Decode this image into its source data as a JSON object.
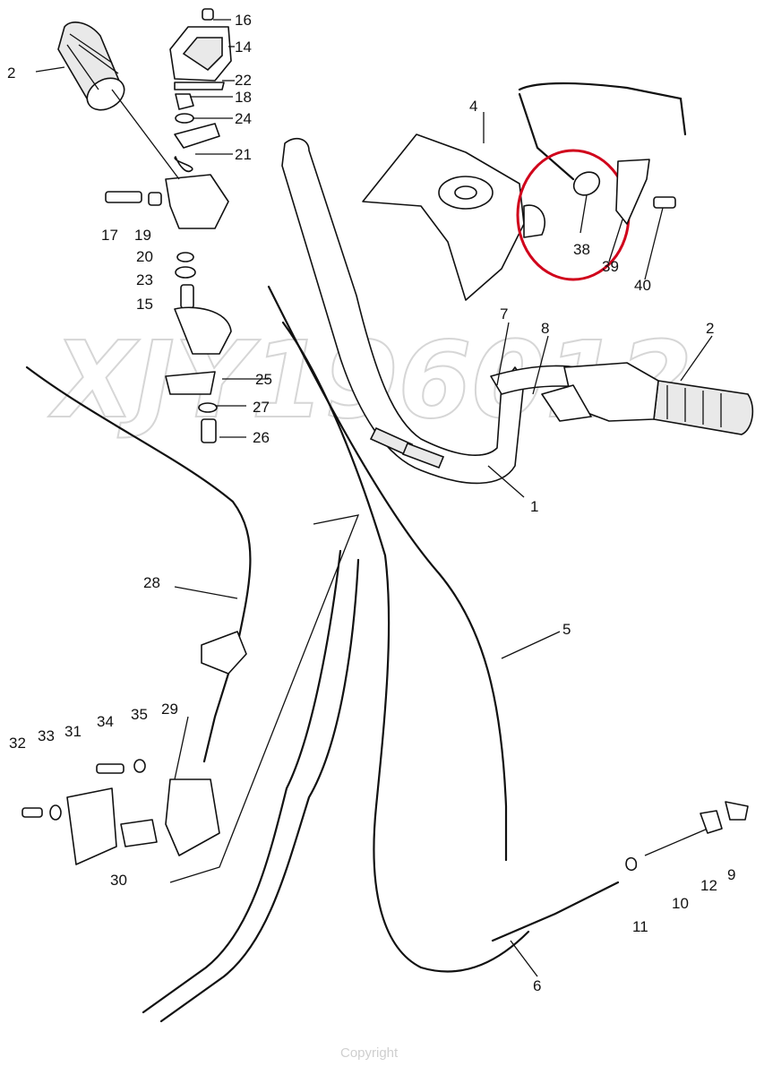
{
  "diagram": {
    "watermark": "XJY196012",
    "footer": "Copyright",
    "callouts": {
      "c1": "1",
      "c2a": "2",
      "c2b": "2",
      "c4": "4",
      "c5": "5",
      "c6": "6",
      "c7": "7",
      "c8": "8",
      "c9": "9",
      "c10": "10",
      "c11": "11",
      "c12": "12",
      "c14": "14",
      "c15": "15",
      "c16": "16",
      "c17": "17",
      "c18": "18",
      "c19": "19",
      "c20": "20",
      "c21": "21",
      "c22": "22",
      "c23": "23",
      "c24": "24",
      "c25": "25",
      "c26": "26",
      "c27": "27",
      "c28": "28",
      "c29": "29",
      "c30": "30",
      "c31": "31",
      "c32": "32",
      "c33": "33",
      "c34": "34",
      "c35": "35",
      "c38": "38",
      "c39": "39",
      "c40": "40"
    },
    "highlight_color": "#d0021b",
    "line_color": "#111111"
  }
}
